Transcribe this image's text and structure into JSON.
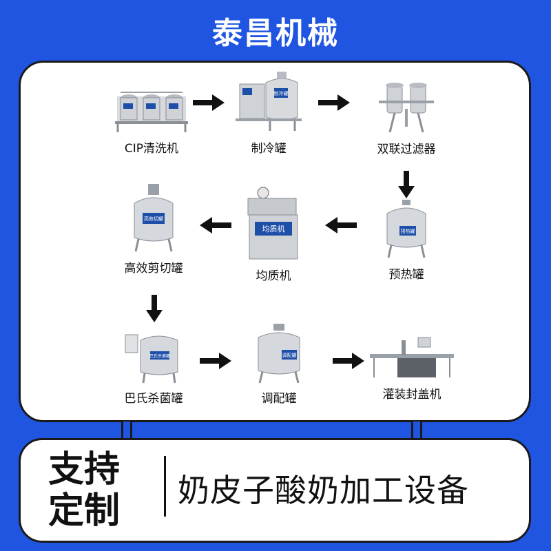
{
  "title": "泰昌机械",
  "steps": [
    {
      "label": "CIP清洗机"
    },
    {
      "label": "制冷罐",
      "sign": "制冷罐"
    },
    {
      "label": "双联过滤器"
    },
    {
      "label": "预热罐",
      "sign": "预热罐"
    },
    {
      "label": "均质机",
      "sign": "均质机"
    },
    {
      "label": "高效剪切罐",
      "sign": "高效切罐"
    },
    {
      "label": "巴氏杀菌罐",
      "sign": "巴氏杀菌罐"
    },
    {
      "label": "调配罐",
      "sign": "调配罐"
    },
    {
      "label": "灌装封盖机"
    }
  ],
  "badge": {
    "left": "支持定制",
    "line1": "支持",
    "line2": "定制",
    "right": "奶皮子酸奶加工设备"
  },
  "colors": {
    "background": "#1f55e0",
    "panel": "#ffffff",
    "ink": "#111111",
    "steel": "#c9ccd1",
    "sign": "#1e4fa8"
  }
}
